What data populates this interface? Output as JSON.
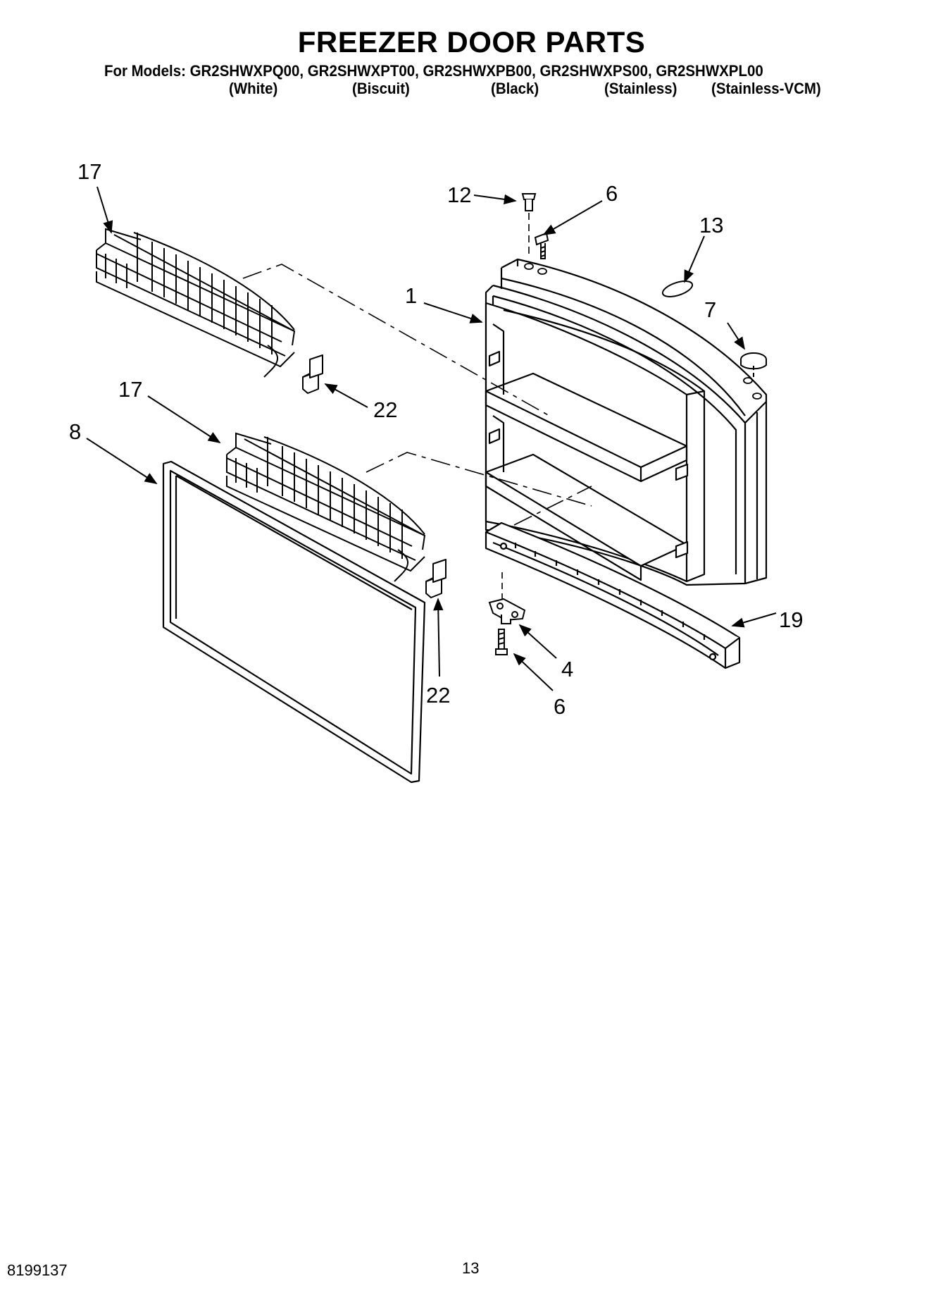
{
  "header": {
    "title": "FREEZER DOOR PARTS",
    "models_line": "For Models: GR2SHWXPQ00, GR2SHWXPT00, GR2SHWXPB00, GR2SHWXPS00, GR2SHWXPL00",
    "variants": [
      "(White)",
      "(Biscuit)",
      "(Black)",
      "(Stainless)",
      "(Stainless-VCM)"
    ]
  },
  "callouts": {
    "c17_top": "17",
    "c12": "12",
    "c6_top": "6",
    "c13": "13",
    "c1": "1",
    "c7": "7",
    "c17_mid": "17",
    "c22_top": "22",
    "c8": "8",
    "c19": "19",
    "c4": "4",
    "c22_bottom": "22",
    "c6_bottom": "6"
  },
  "footer": {
    "doc_number": "8199137",
    "page_number": "13"
  }
}
